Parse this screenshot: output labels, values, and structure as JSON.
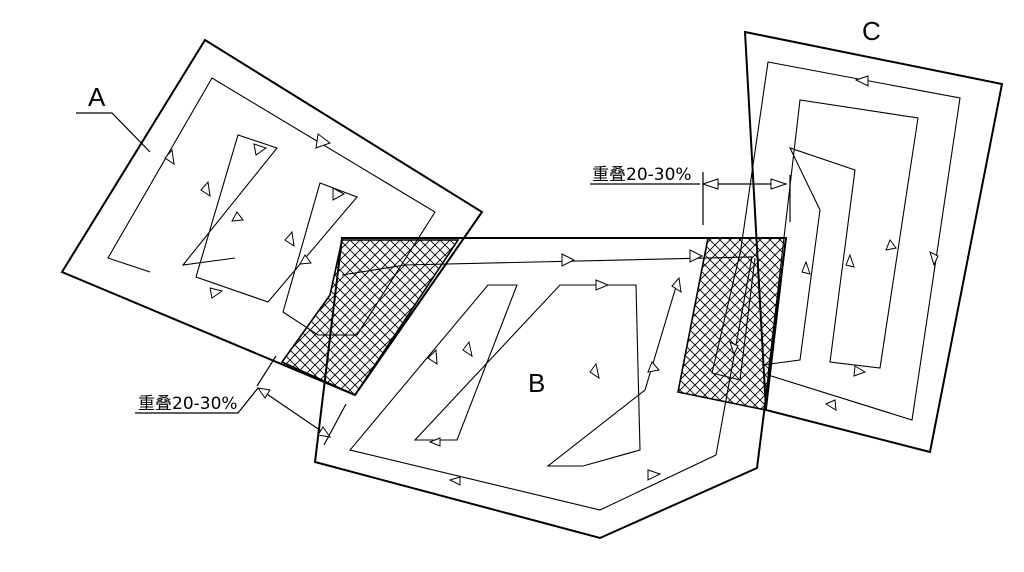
{
  "labels": {
    "region_a": "A",
    "region_b": "B",
    "region_c": "C"
  },
  "annotations": {
    "overlap_bc": "重叠20-30%",
    "overlap_ab": "重叠20-30%"
  }
}
